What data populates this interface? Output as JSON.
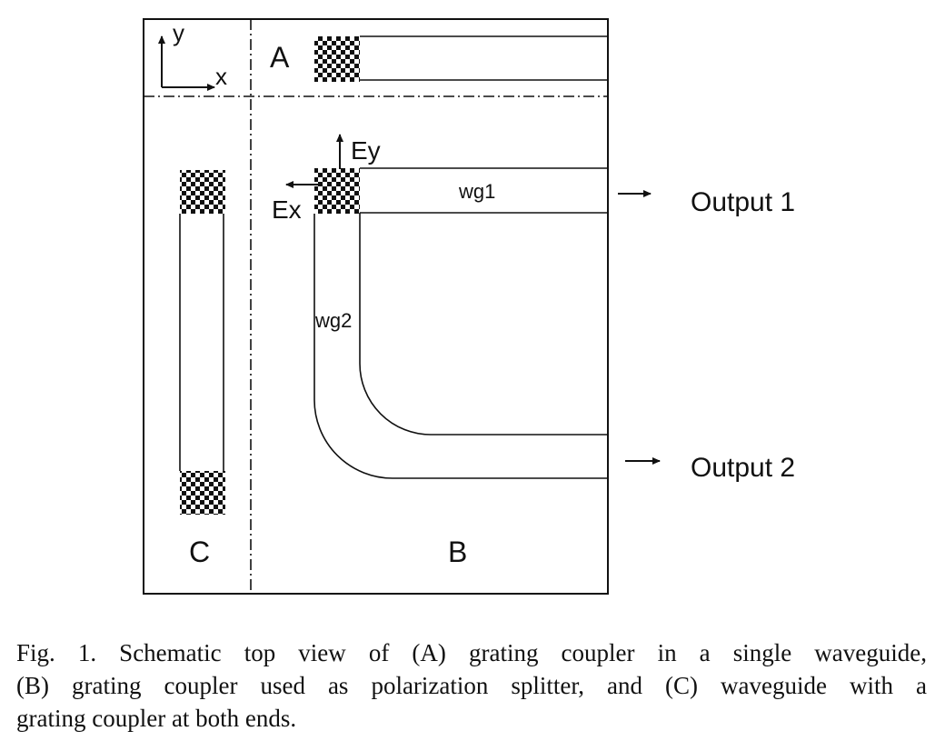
{
  "figure": {
    "axes": {
      "y": "y",
      "x": "x"
    },
    "panels": {
      "a": "A",
      "b": "B",
      "c": "C"
    },
    "field_labels": {
      "ey": "Ey",
      "ex": "Ex"
    },
    "waveguides": {
      "wg1": "wg1",
      "wg2": "wg2"
    },
    "outputs": {
      "output1": "Output 1",
      "output2": "Output 2"
    }
  },
  "caption": {
    "line1": "Fig. 1.   Schematic top view of (A) grating coupler in a single waveguide,",
    "line2": "(B) grating coupler used as polarization splitter, and (C) waveguide with a",
    "line3": "grating coupler at both ends."
  }
}
